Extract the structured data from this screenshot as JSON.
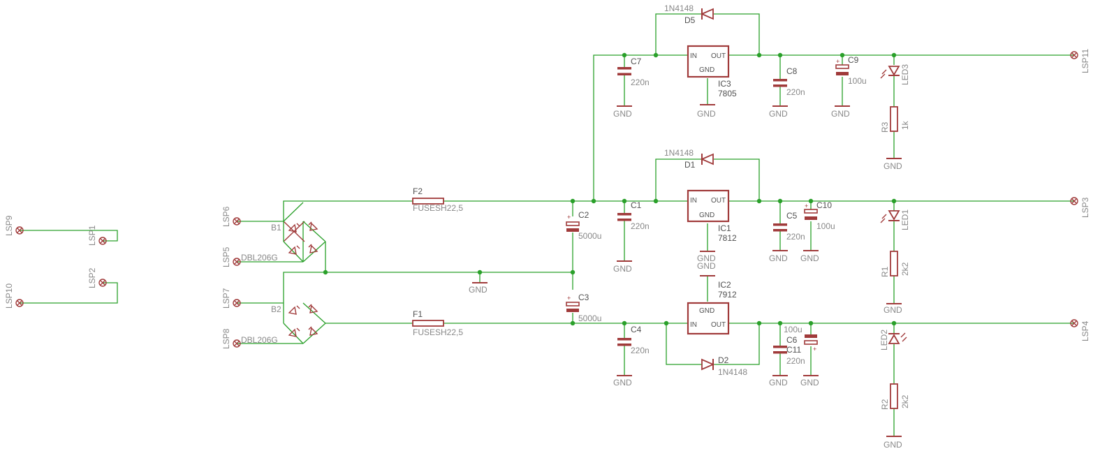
{
  "labels": {
    "lsp1": "LSP1",
    "lsp2": "LSP2",
    "lsp3": "LSP3",
    "lsp4": "LSP4",
    "lsp5": "LSP5",
    "lsp6": "LSP6",
    "lsp7": "LSP7",
    "lsp8": "LSP8",
    "lsp9": "LSP9",
    "lsp10": "LSP10",
    "lsp11": "LSP11",
    "b1": "B1",
    "b2": "B2",
    "b_val": "DBL206G",
    "f1": "F1",
    "f2": "F2",
    "f_val": "FUSESH22,5",
    "c1": "C1",
    "c2": "C2",
    "c3": "C3",
    "c4": "C4",
    "c5": "C5",
    "c6": "C6",
    "c7": "C7",
    "c8": "C8",
    "c9": "C9",
    "c10": "C10",
    "c11": "C11",
    "v220n": "220n",
    "v100u": "100u",
    "v5000u": "5000u",
    "ic1": "IC1",
    "ic1_val": "7812",
    "ic2": "IC2",
    "ic2_val": "7912",
    "ic3": "IC3",
    "ic3_val": "7805",
    "pin_in": "IN",
    "pin_out": "OUT",
    "pin_gnd": "GND",
    "d1": "D1",
    "d2": "D2",
    "d5": "D5",
    "d_val": "1N4148",
    "led1": "LED1",
    "led2": "LED2",
    "led3": "LED3",
    "r1": "R1",
    "r2": "R2",
    "r3": "R3",
    "r1_val": "2k2",
    "r2_val": "2k2",
    "r3_val": "1k",
    "gnd": "GND"
  },
  "colors": {
    "wire": "#2aa02a",
    "part": "#a03a3a",
    "label": "#888888",
    "background": "#ffffff"
  }
}
